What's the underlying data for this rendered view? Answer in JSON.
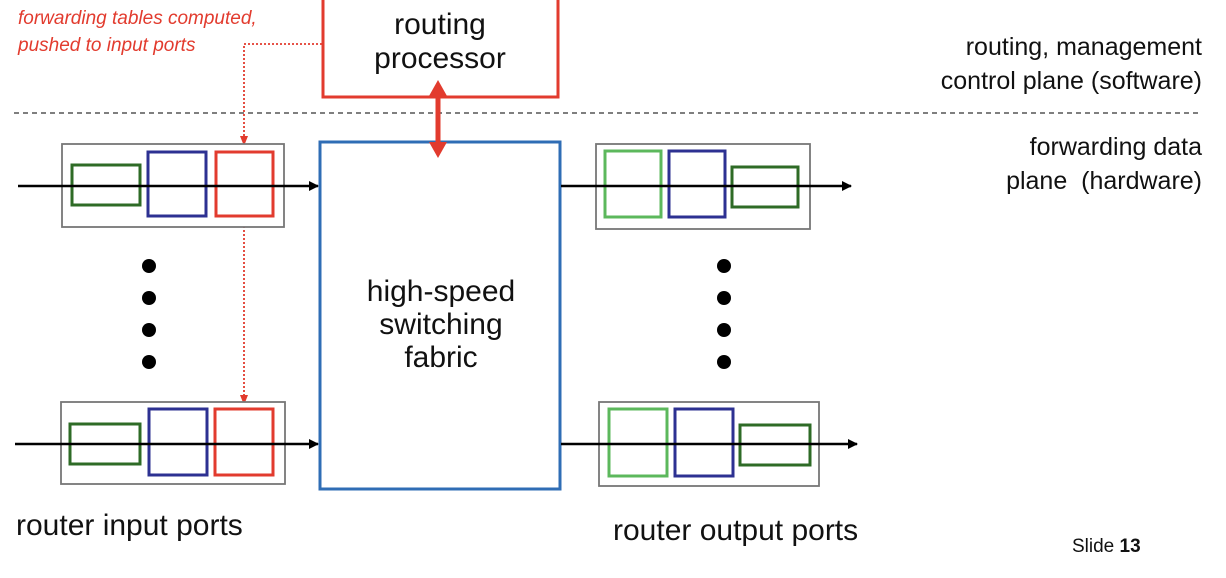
{
  "annotation": {
    "line1": "forwarding tables computed,",
    "line2": "pushed to input ports"
  },
  "routing_processor": {
    "line1": "routing",
    "line2": "processor"
  },
  "control_plane_label": {
    "line1": "routing, management",
    "line2": "control plane (software)"
  },
  "data_plane_label": {
    "line1": "forwarding data",
    "line2": "plane  (hardware)"
  },
  "fabric": {
    "line1": "high-speed",
    "line2": "switching",
    "line3": "fabric"
  },
  "input_ports_label": "router input ports",
  "output_ports_label": "router output ports",
  "slide": {
    "prefix": "Slide",
    "number": "13"
  },
  "colors": {
    "accent_red": "#e23b2e",
    "fabric_blue": "#2f6db5",
    "queue_navy": "#2d3192",
    "queue_dark_green": "#2e6b26",
    "queue_light_green": "#5cb85c",
    "port_border_gray": "#777777"
  }
}
